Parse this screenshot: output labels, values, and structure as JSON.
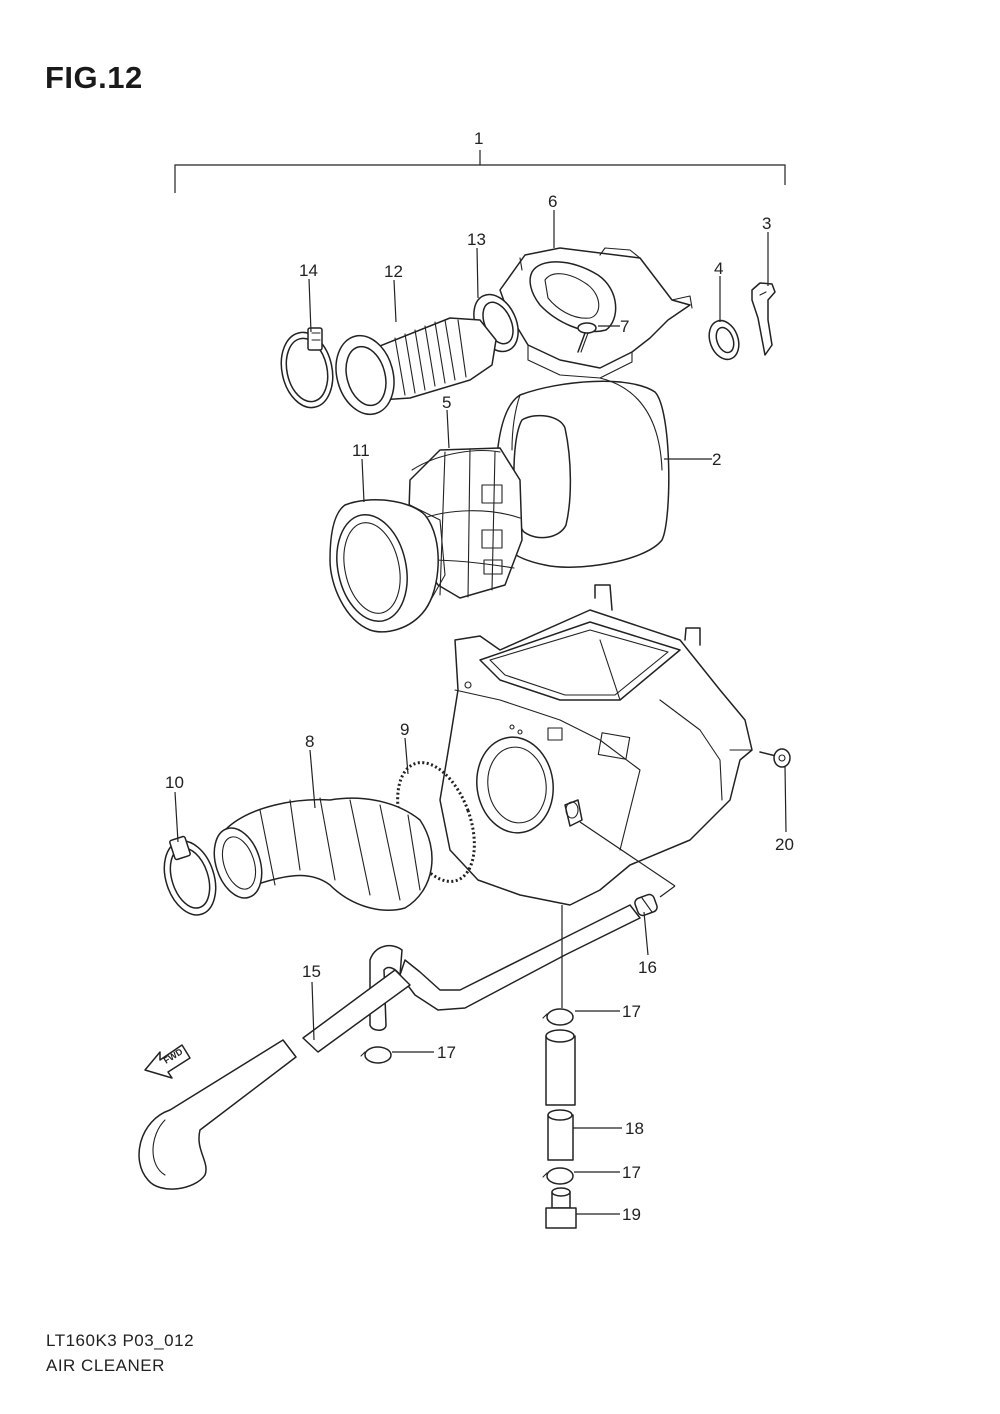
{
  "figure": {
    "title": "FIG.12",
    "model_code": "LT160K3 P03_012",
    "section_name": "AIR CLEANER"
  },
  "fwd_marker": "FWD",
  "callouts": [
    {
      "id": "1",
      "label": "1"
    },
    {
      "id": "2",
      "label": "2"
    },
    {
      "id": "3",
      "label": "3"
    },
    {
      "id": "4",
      "label": "4"
    },
    {
      "id": "5",
      "label": "5"
    },
    {
      "id": "6",
      "label": "6"
    },
    {
      "id": "7",
      "label": "7"
    },
    {
      "id": "8",
      "label": "8"
    },
    {
      "id": "9",
      "label": "9"
    },
    {
      "id": "10",
      "label": "10"
    },
    {
      "id": "11",
      "label": "11"
    },
    {
      "id": "12",
      "label": "12"
    },
    {
      "id": "13",
      "label": "13"
    },
    {
      "id": "14",
      "label": "14"
    },
    {
      "id": "15",
      "label": "15"
    },
    {
      "id": "16",
      "label": "16"
    },
    {
      "id": "17a",
      "label": "17"
    },
    {
      "id": "17b",
      "label": "17"
    },
    {
      "id": "17c",
      "label": "17"
    },
    {
      "id": "18",
      "label": "18"
    },
    {
      "id": "19",
      "label": "19"
    },
    {
      "id": "20",
      "label": "20"
    }
  ]
}
